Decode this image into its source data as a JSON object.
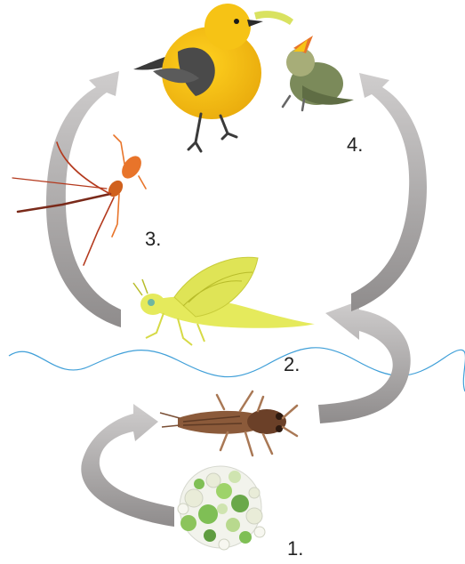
{
  "diagram": {
    "stages": [
      {
        "label": "1.",
        "icon": "algae-cluster-icon"
      },
      {
        "label": "2.",
        "icon": "mayfly-icon"
      },
      {
        "label": "3.",
        "icon": "spider-icon"
      },
      {
        "label": "4.",
        "icon": "warbler-bird-icon"
      }
    ],
    "colors": {
      "arrow": "#b5b3b3",
      "water_line": "#3f9fd8",
      "bird_yellow": "#f6c315",
      "mayfly_green": "#e5ea5c",
      "algae_green": "#7fbf55",
      "spider_orange": "#e8742a",
      "nymph_brown": "#7a4f35"
    }
  }
}
